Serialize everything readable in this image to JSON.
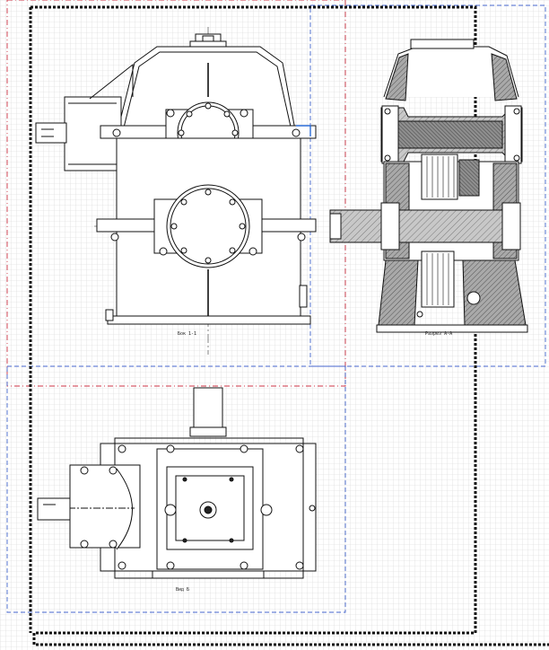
{
  "drawing": {
    "front_view_label": "Бок 1-1",
    "side_view_label": "Разрез А-А",
    "top_view_label": "Вид Б"
  },
  "colors": {
    "background": "#ffffff",
    "grid_minor": "#d6d6d6",
    "grid_major": "#b8b8b8",
    "line": "#111111",
    "hatch_fill": "#9a9a9a",
    "hatch_dark": "#6a6a6a",
    "crop_red": "#cc3344",
    "crop_blue": "#4466cc",
    "highlight_blue": "#2a6bd6"
  },
  "elements": {
    "front_view": "front-elevation-view",
    "side_view": "side-section-view",
    "top_view": "plan-view",
    "border": "sheet-border-dashed"
  }
}
